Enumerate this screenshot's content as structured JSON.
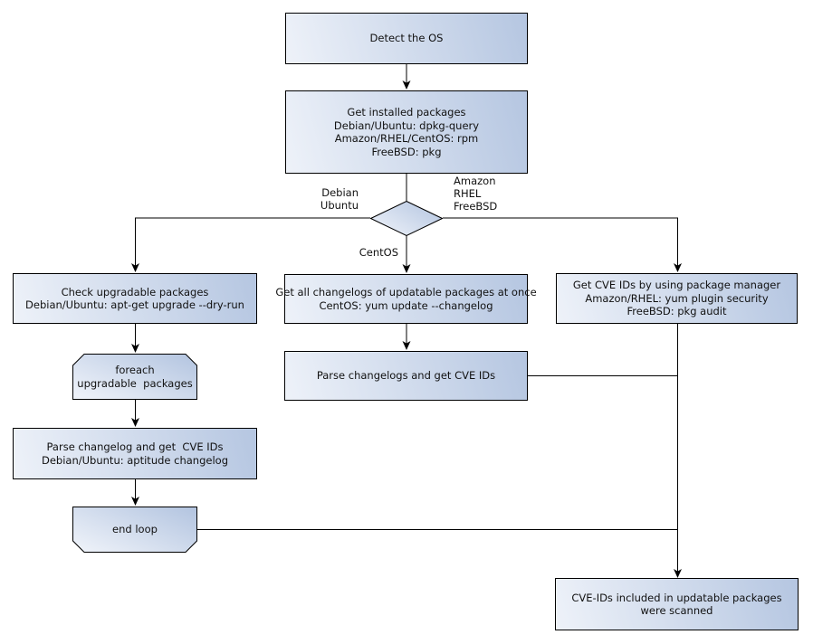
{
  "colors": {
    "canvas_bg": "#ffffff",
    "node_fill_light": "#eef2f9",
    "node_fill_dark": "#b5c6e1",
    "node_border": "#000000",
    "edge_line": "#000000",
    "text_color": "#111111"
  },
  "nodes": {
    "detect_os": {
      "label": "Detect the OS"
    },
    "get_installed": {
      "label": "Get installed packages\nDebian/Ubuntu: dpkg-query\nAmazon/RHEL/CentOS: rpm\nFreeBSD: pkg"
    },
    "check_upgradable": {
      "label": "Check upgradable packages\nDebian/Ubuntu: apt-get upgrade --dry-run"
    },
    "foreach_loop": {
      "label": "foreach\nupgradable  packages"
    },
    "parse_changelog": {
      "label": "Parse changelog and get  CVE IDs\nDebian/Ubuntu: aptitude changelog"
    },
    "end_loop": {
      "label": "end loop"
    },
    "get_all_changelogs": {
      "label": "Get all changelogs of updatable packages at once\nCentOS: yum update --changelog"
    },
    "parse_changelogs": {
      "label": "Parse changelogs and get CVE IDs"
    },
    "get_cve_ids": {
      "label": "Get CVE IDs by using package manager\nAmazon/RHEL: yum plugin security\nFreeBSD: pkg audit"
    },
    "scan_result": {
      "label": "CVE-IDs included in updatable packages\nwere scanned"
    }
  },
  "edge_labels": {
    "debian_ubuntu": "Debian\nUbuntu",
    "amazon_rhel_freebsd": "Amazon\nRHEL\nFreeBSD",
    "centos": "CentOS"
  }
}
